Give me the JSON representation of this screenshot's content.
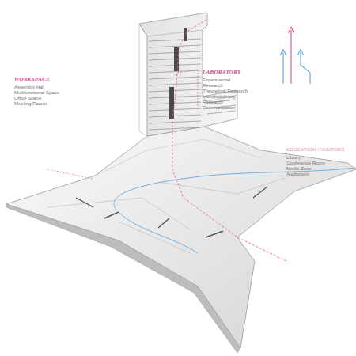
{
  "diagram": {
    "labels": [
      "WORKSPACE",
      "Assembly Hall",
      "Multifunctional Space",
      "Office Space",
      "Meeting Rooms",
      "LABORATORY",
      "Experimental",
      "Research",
      "Theoretical Research",
      "Interdisciplinary",
      "Research",
      "Communication",
      "EDUCATION / VISITORS",
      "Library",
      "Conference Room",
      "Media Zone",
      "Auditorium"
    ]
  }
}
